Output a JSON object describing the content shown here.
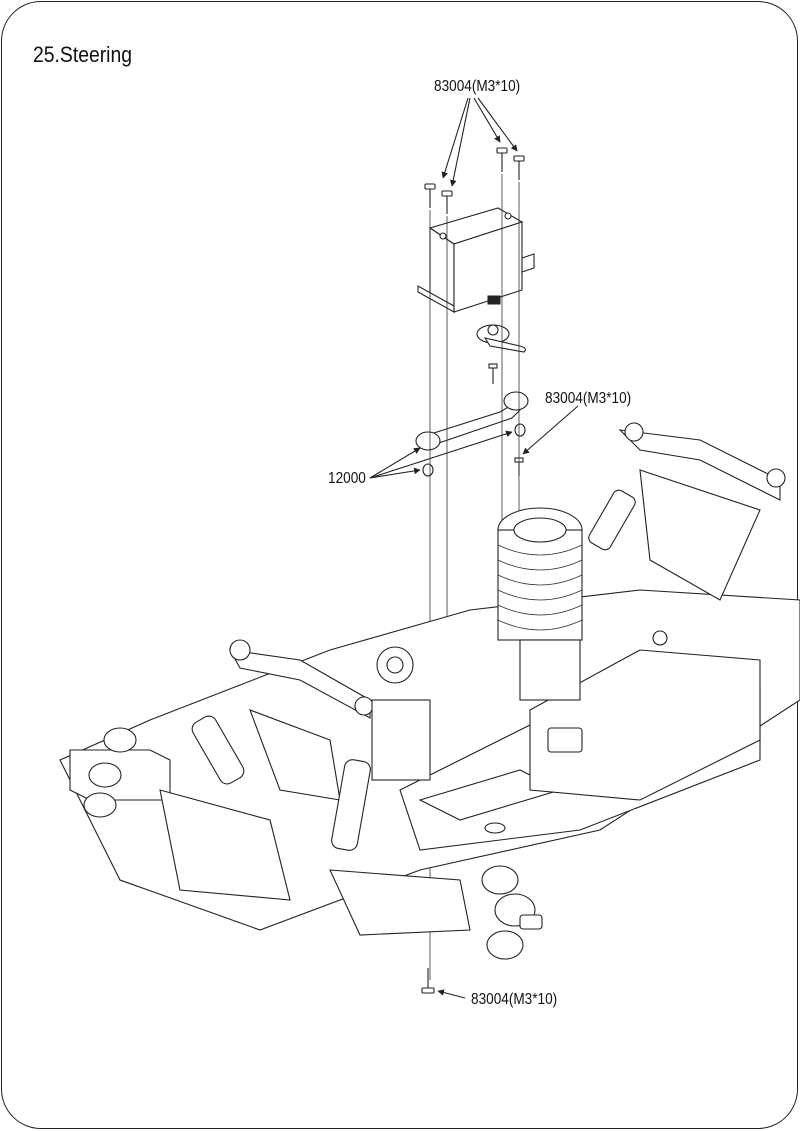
{
  "page": {
    "title": "25.Steering"
  },
  "callouts": {
    "screws_top": "83004(M3*10)",
    "screw_mid": "83004(M3*10)",
    "ball_stud": "12000",
    "screw_bottom": "83004(M3*10)"
  },
  "colors": {
    "line": "#222222",
    "background": "#ffffff"
  }
}
